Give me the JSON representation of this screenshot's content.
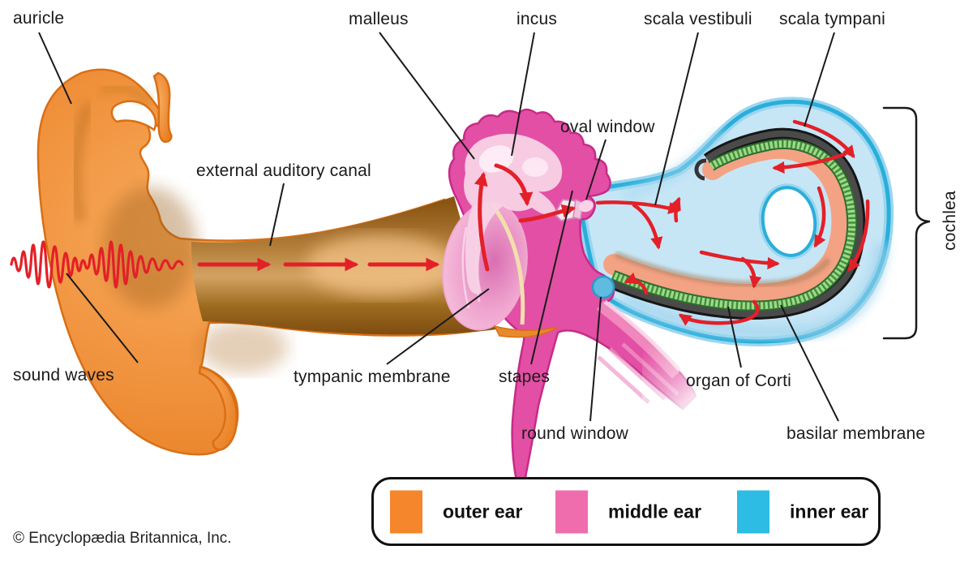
{
  "figure": {
    "type": "anatomical diagram",
    "subject": "transmission of sound waves through the human ear"
  },
  "labels": {
    "auricle": "auricle",
    "malleus": "malleus",
    "incus": "incus",
    "scala_vestibuli": "scala vestibuli",
    "scala_tympani": "scala tympani",
    "oval_window": "oval window",
    "external_auditory_canal": "external auditory canal",
    "sound_waves": "sound waves",
    "tympanic_membrane": "tympanic membrane",
    "stapes": "stapes",
    "round_window": "round window",
    "organ_of_corti": "organ of Corti",
    "basilar_membrane": "basilar membrane",
    "cochlea": "cochlea"
  },
  "legend": {
    "items": [
      {
        "label": "outer ear",
        "color": "#F5862B"
      },
      {
        "label": "middle ear",
        "color": "#EF6DAD"
      },
      {
        "label": "inner ear",
        "color": "#2CBCE4"
      }
    ]
  },
  "colors": {
    "outer_ear": "#F5862B",
    "middle_ear": "#EF6DAD",
    "inner_ear": "#2CBCE4",
    "sound_arrows": "#E32028",
    "cochlea_fluid": "#C6E6F6",
    "basilar_membrane_band": "#3C3C3C",
    "organ_of_corti_band": "#9FD988",
    "cochlear_duct": "#F3A284"
  },
  "copyright": "© Encyclopædia Britannica, Inc."
}
